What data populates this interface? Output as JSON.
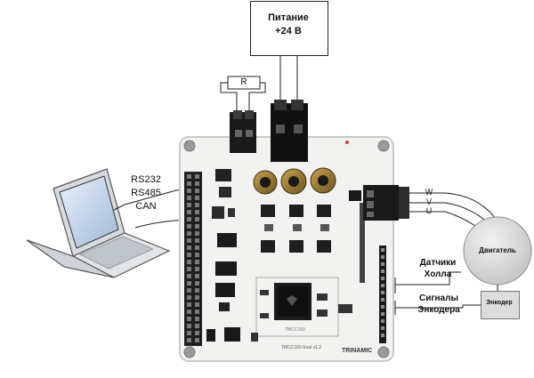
{
  "power_box": {
    "line1": "Питание",
    "line2": "+24 В"
  },
  "resistor": {
    "label": "R"
  },
  "comm_labels": {
    "line1": "RS232",
    "line2": "RS485",
    "line3": "CAN"
  },
  "motor": {
    "label": "Двигатель"
  },
  "phases": [
    "W",
    "V",
    "U"
  ],
  "hall": {
    "line1": "Датчики",
    "line2": "Холла"
  },
  "encoder_signals": {
    "line1": "Сигналы",
    "line2": "Энкодера"
  },
  "encoder": {
    "label": "Энкодер"
  },
  "board": {
    "brand": "TRINAMIC",
    "model": "TMCC160",
    "eval_label": "TMCC160-Eval v1.2"
  },
  "colors": {
    "board": "#f2f2f0",
    "pcb_edge": "#c9c9c6",
    "connector": "#1a1a1a",
    "motor": "#d9d9d9",
    "encoder": "#dcdcdc"
  }
}
